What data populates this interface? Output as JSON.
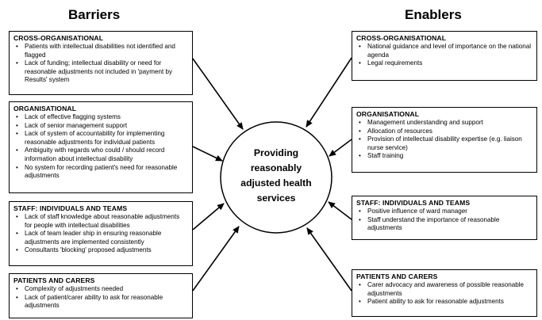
{
  "headings": {
    "barriers": "Barriers",
    "enablers": "Enablers"
  },
  "center": {
    "lines": [
      "Providing",
      "reasonably",
      "adjusted health",
      "services"
    ]
  },
  "barriers": [
    {
      "title": "CROSS-ORGANISATIONAL",
      "items": [
        "Patients with intellectual disabilities not identified and flagged",
        "Lack of funding; intellectual disability or need for reasonable adjustments not included in 'payment by Results' system"
      ]
    },
    {
      "title": "ORGANISATIONAL",
      "items": [
        "Lack of effective flagging systems",
        "Lack of senior management support",
        "Lack of system of accountability for implementing reasonable adjustments for individual patients",
        "Ambiguity with regards who could / should record information about intellectual disability",
        "No system for recording patient's need for reasonable adjustments"
      ]
    },
    {
      "title": "STAFF: INDIVIDUALS AND TEAMS",
      "items": [
        "Lack of staff knowledge about reasonable adjustments for people with intellectual disabilities",
        "Lack of team leader ship in ensuring reasonable adjustments are implemented consistently",
        "Consultants 'blocking' proposed  adjustments"
      ]
    },
    {
      "title": "PATIENTS AND CARERS",
      "items": [
        "Complexity of adjustments needed",
        "Lack of patient/carer ability to ask for reasonable adjustments"
      ]
    }
  ],
  "enablers": [
    {
      "title": "CROSS-ORGANISATIONAL",
      "items": [
        "National guidance and level of importance on the national agenda",
        "Legal requirements"
      ]
    },
    {
      "title": "ORGANISATIONAL",
      "items": [
        "Management understanding and support",
        "Allocation of resources",
        "Provision of intellectual disability expertise (e.g. liaison nurse service)",
        "Staff training"
      ]
    },
    {
      "title": "STAFF: INDIVIDUALS AND TEAMS",
      "items": [
        "Positive influence of ward manager",
        "Staff understand the importance of reasonable adjustments"
      ]
    },
    {
      "title": "PATIENTS AND CARERS",
      "items": [
        "Carer advocacy and awareness of possible reasonable adjustments",
        "Patient ability to ask for reasonable adjustments"
      ]
    }
  ]
}
